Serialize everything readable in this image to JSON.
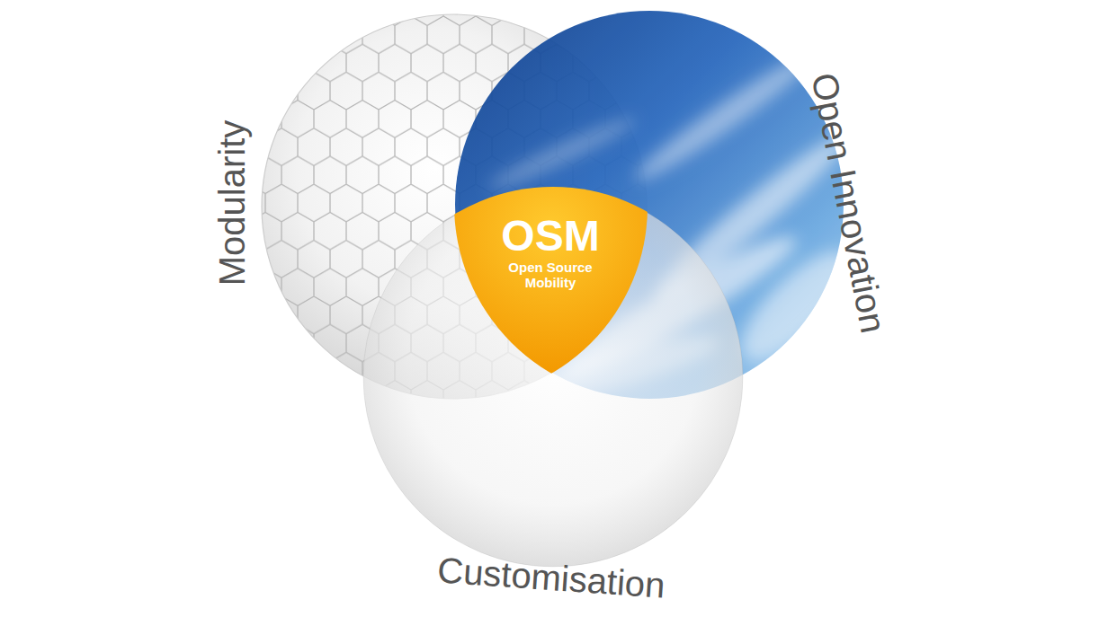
{
  "diagram": {
    "nodes": [
      {
        "text": [
          "Modularity"
        ]
      },
      {
        "text": [
          "Open Innovation"
        ]
      },
      {
        "text": [
          "Customisation"
        ]
      },
      {
        "text": [
          "OSM",
          "Open Source Mobility"
        ]
      }
    ]
  }
}
